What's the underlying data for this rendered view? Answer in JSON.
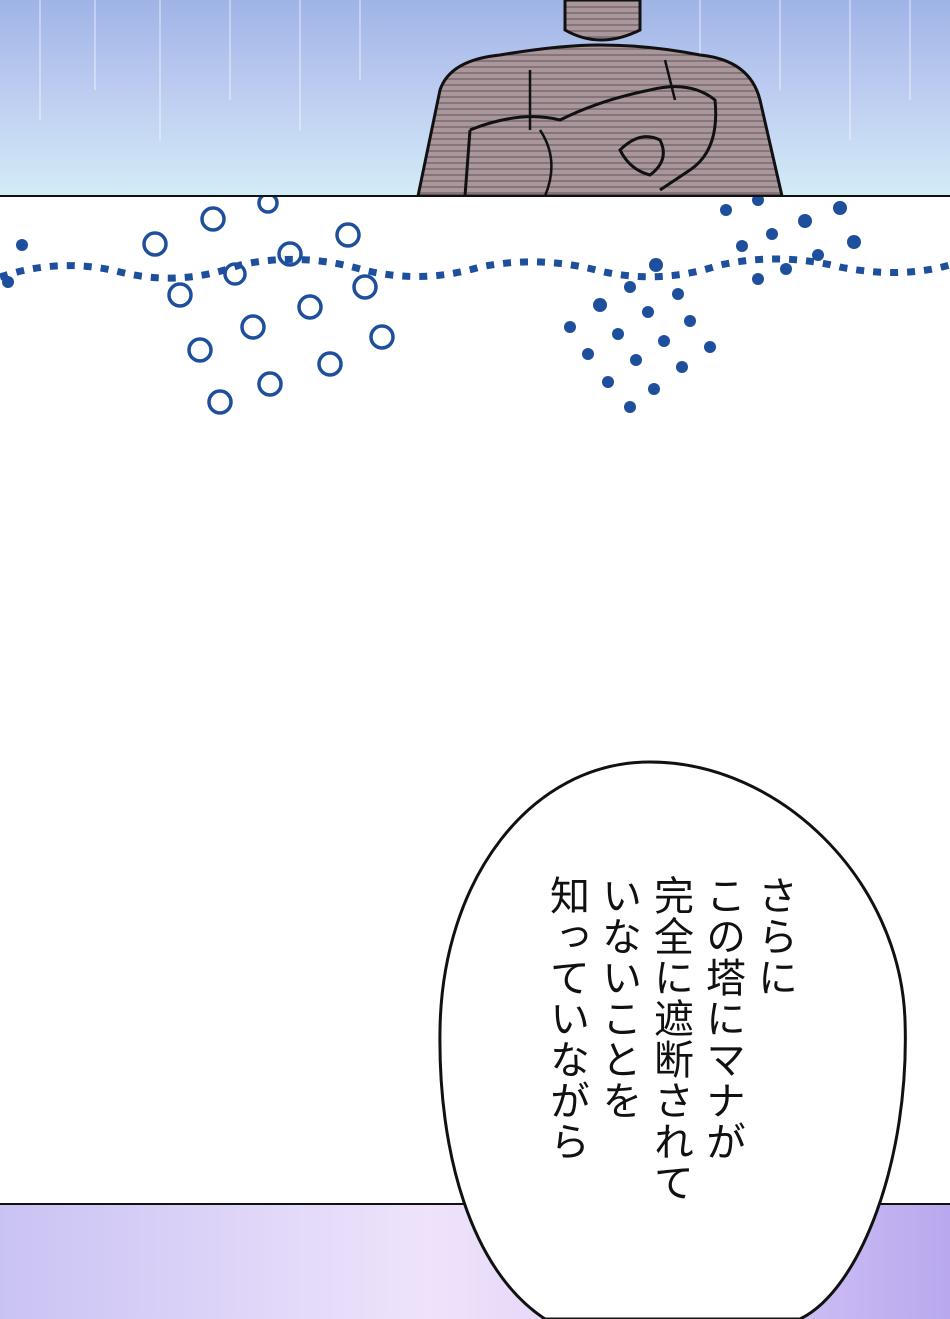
{
  "dialogue": {
    "line1": "さらに",
    "line2": "この塔にマナが",
    "line3": "完全に遮断されて",
    "line4": "いないことを",
    "line5": "知っていながら"
  },
  "colors": {
    "top_panel_sky": "#bccbf0",
    "dot_blue": "#1e4f9c",
    "bottom_panel_lavender": "#d8c9f7",
    "ink": "#111111"
  }
}
